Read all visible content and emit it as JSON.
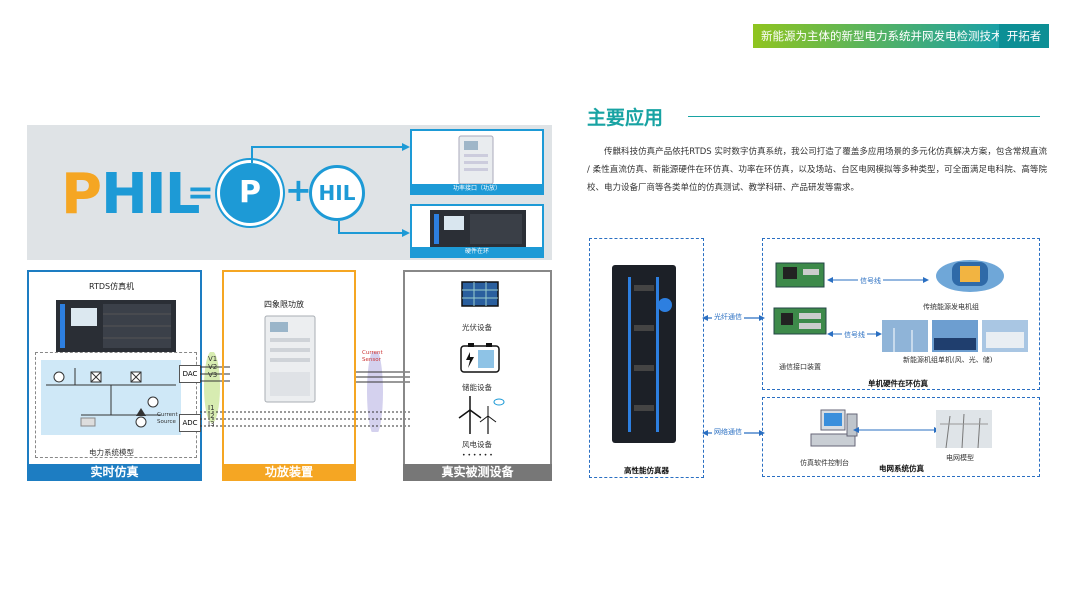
{
  "header": {
    "ribbon_text": "新能源为主体的新型电力系统并网发电检测技术",
    "ribbon_tag": "开拓者"
  },
  "banner": {
    "phil_p": "P",
    "phil_hil": "HIL",
    "equals": "=",
    "circle_p": "P",
    "plus": "+",
    "circle_hil": "HIL",
    "device_top_caption": "功率接口（功放）",
    "device_bottom_caption": "硬件在环"
  },
  "panel_realtime": {
    "top_label": "RTDS仿真机",
    "model_label": "电力系统模型",
    "dac": "DAC",
    "adc": "ADC",
    "v1": "V1",
    "v2": "V2",
    "v3": "V3",
    "i1": "I1",
    "i2": "I2",
    "i3": "I3",
    "current_source": "Current Source",
    "footer": "实时仿真"
  },
  "panel_amp": {
    "top_label": "四象限功放",
    "current_sensor": "Current Sensor",
    "footer": "功放装置"
  },
  "panel_dut": {
    "pv_label": "光伏设备",
    "storage_label": "储能设备",
    "wind_label": "风电设备",
    "dots": "• • • • • •",
    "footer": "真实被测设备"
  },
  "applications": {
    "title": "主要应用",
    "description": "传麒科技仿真产品依托RTDS 实时数字仿真系统，我公司打造了覆盖多应用场景的多元化仿真解决方案，包含常规直流 / 柔性直流仿真、新能源硬件在环仿真、功率在环仿真，以及场站、台区电网模拟等多种类型，可全面满足电科院、高等院校、电力设备厂商等各类单位的仿真测试、教学科研、产品研发等需求。"
  },
  "diagram": {
    "simulator_label": "高性能仿真器",
    "fiber_link": "光纤通信",
    "network_link": "网络通信",
    "signal_line_1": "信号线",
    "signal_line_2": "信号线",
    "traditional_gen": "传统能源发电机组",
    "comm_interface": "通信接口装置",
    "new_energy_units": "新能源机组单机(风、光、储)",
    "single_hil": "单机硬件在环仿真",
    "control_station": "仿真软件控制台",
    "grid_model": "电网模型",
    "grid_sim": "电网系统仿真"
  }
}
